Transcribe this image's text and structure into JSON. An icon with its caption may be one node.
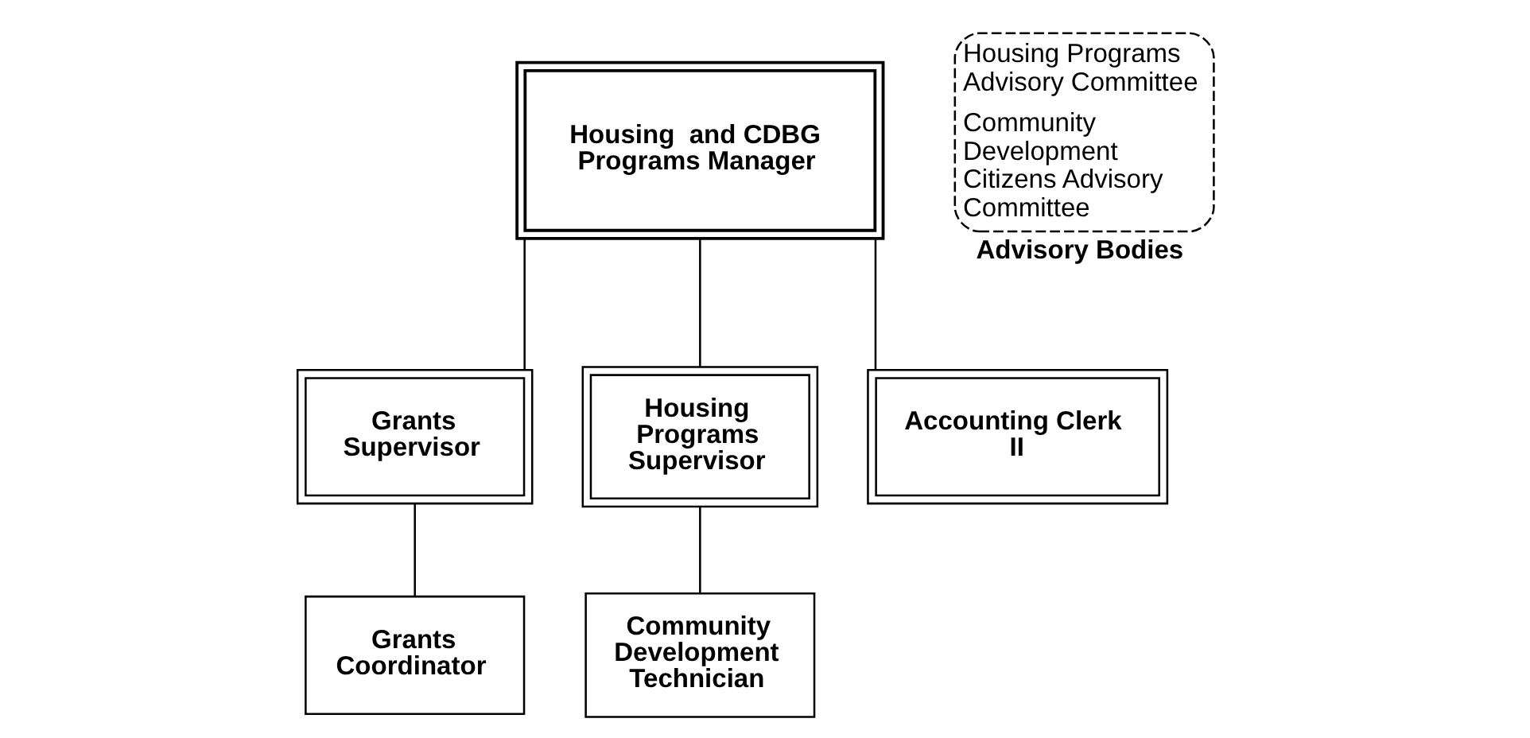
{
  "diagram": {
    "nodes": [
      {
        "text": [
          "Housing  and CDBG Programs Manager"
        ]
      },
      {
        "text": [
          "Grants Supervisor"
        ]
      },
      {
        "text": [
          "Housing Programs Supervisor"
        ]
      },
      {
        "text": [
          "Accounting Clerk II"
        ]
      },
      {
        "text": [
          "Grants Coordinator"
        ]
      },
      {
        "text": [
          "Community Development Technician"
        ]
      },
      {
        "text": [
          "Housing Programs Advisory Committee",
          "Community Development Citizens Advisory Committee"
        ],
        "beside": [
          "Advisory Bodies"
        ]
      }
    ],
    "edges": [
      {
        "from": 0,
        "to": 1,
        "arrow": "none"
      },
      {
        "from": 0,
        "to": 2,
        "arrow": "none"
      },
      {
        "from": 0,
        "to": 3,
        "arrow": "none"
      },
      {
        "from": 1,
        "to": 4,
        "arrow": "none"
      },
      {
        "from": 2,
        "to": 5,
        "arrow": "none"
      }
    ]
  }
}
